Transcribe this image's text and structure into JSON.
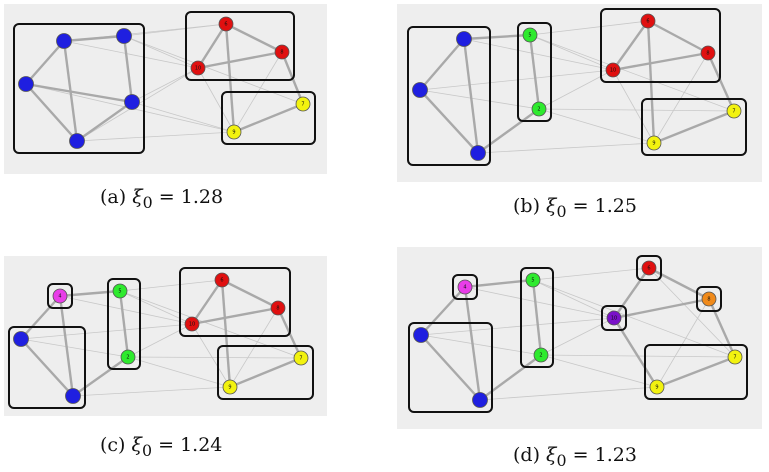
{
  "colors": {
    "blue": "#1f1fe0",
    "red": "#e01010",
    "yellow": "#f2f20f",
    "green": "#2eea2e",
    "magenta": "#e83de8",
    "purple": "#7a12c9",
    "orange": "#f08a1a",
    "panel_background": "#eeeeee",
    "box_stroke": "#111111"
  },
  "panels": [
    {
      "id": "a",
      "caption": {
        "label": "(a)",
        "xi_symbol": "ξ",
        "subscript": "0",
        "operator": "=",
        "value": "1.28"
      },
      "nodes": [
        {
          "id": "a1",
          "label": "",
          "color": "blue"
        },
        {
          "id": "a2",
          "label": "",
          "color": "blue"
        },
        {
          "id": "a3",
          "label": "",
          "color": "blue"
        },
        {
          "id": "a4",
          "label": "",
          "color": "blue"
        },
        {
          "id": "a5",
          "label": "",
          "color": "blue"
        },
        {
          "id": "a6",
          "label": "6",
          "color": "red"
        },
        {
          "id": "a8",
          "label": "8",
          "color": "red"
        },
        {
          "id": "a10",
          "label": "10",
          "color": "red"
        },
        {
          "id": "a7",
          "label": "7",
          "color": "yellow"
        },
        {
          "id": "a9",
          "label": "9",
          "color": "yellow"
        }
      ],
      "strong_edges": [
        [
          "a1",
          "a2"
        ],
        [
          "a1",
          "a3"
        ],
        [
          "a1",
          "a5"
        ],
        [
          "a2",
          "a4"
        ],
        [
          "a3",
          "a4"
        ],
        [
          "a3",
          "a5"
        ],
        [
          "a4",
          "a5"
        ],
        [
          "a6",
          "a8"
        ],
        [
          "a6",
          "a10"
        ],
        [
          "a8",
          "a10"
        ],
        [
          "a7",
          "a9"
        ],
        [
          "a8",
          "a7"
        ],
        [
          "a6",
          "a9"
        ]
      ],
      "weak_edges": [
        [
          "a2",
          "a6"
        ],
        [
          "a2",
          "a10"
        ],
        [
          "a1",
          "a10"
        ],
        [
          "a4",
          "a10"
        ],
        [
          "a5",
          "a10"
        ],
        [
          "a4",
          "a9"
        ],
        [
          "a5",
          "a9"
        ],
        [
          "a2",
          "a7"
        ],
        [
          "a3",
          "a9"
        ],
        [
          "a10",
          "a9"
        ],
        [
          "a8",
          "a9"
        ],
        [
          "a1",
          "a6"
        ]
      ],
      "clusters": [
        [
          "a1",
          "a2",
          "a3",
          "a4",
          "a5"
        ],
        [
          "a6",
          "a8",
          "a10"
        ],
        [
          "a7",
          "a9"
        ]
      ]
    },
    {
      "id": "b",
      "caption": {
        "label": "(b)",
        "xi_symbol": "ξ",
        "subscript": "0",
        "operator": "=",
        "value": "1.25"
      },
      "nodes": [
        {
          "id": "b1",
          "label": "",
          "color": "blue"
        },
        {
          "id": "b3",
          "label": "",
          "color": "blue"
        },
        {
          "id": "b4",
          "label": "",
          "color": "blue"
        },
        {
          "id": "b5",
          "label": "5",
          "color": "green"
        },
        {
          "id": "b2",
          "label": "2",
          "color": "green"
        },
        {
          "id": "b6",
          "label": "6",
          "color": "red"
        },
        {
          "id": "b8",
          "label": "8",
          "color": "red"
        },
        {
          "id": "b10",
          "label": "10",
          "color": "red"
        },
        {
          "id": "b7",
          "label": "7",
          "color": "yellow"
        },
        {
          "id": "b9",
          "label": "9",
          "color": "yellow"
        }
      ],
      "strong_edges": [
        [
          "b1",
          "b3"
        ],
        [
          "b1",
          "b4"
        ],
        [
          "b3",
          "b4"
        ],
        [
          "b5",
          "b2"
        ],
        [
          "b6",
          "b8"
        ],
        [
          "b6",
          "b10"
        ],
        [
          "b8",
          "b10"
        ],
        [
          "b7",
          "b9"
        ],
        [
          "b8",
          "b7"
        ],
        [
          "b6",
          "b9"
        ],
        [
          "b1",
          "b5"
        ],
        [
          "b4",
          "b2"
        ]
      ],
      "weak_edges": [
        [
          "b5",
          "b6"
        ],
        [
          "b5",
          "b10"
        ],
        [
          "b2",
          "b10"
        ],
        [
          "b2",
          "b9"
        ],
        [
          "b3",
          "b2"
        ],
        [
          "b1",
          "b10"
        ],
        [
          "b4",
          "b9"
        ],
        [
          "b10",
          "b9"
        ],
        [
          "b8",
          "b9"
        ],
        [
          "b5",
          "b7"
        ],
        [
          "b2",
          "b7"
        ],
        [
          "b3",
          "b10"
        ]
      ],
      "clusters": [
        [
          "b1",
          "b3",
          "b4"
        ],
        [
          "b5",
          "b2"
        ],
        [
          "b6",
          "b8",
          "b10"
        ],
        [
          "b7",
          "b9"
        ]
      ]
    },
    {
      "id": "c",
      "caption": {
        "label": "(c)",
        "xi_symbol": "ξ",
        "subscript": "0",
        "operator": "=",
        "value": "1.24"
      },
      "nodes": [
        {
          "id": "c4",
          "label": "4",
          "color": "magenta"
        },
        {
          "id": "c1",
          "label": "",
          "color": "blue"
        },
        {
          "id": "c3",
          "label": "",
          "color": "blue"
        },
        {
          "id": "c5",
          "label": "5",
          "color": "green"
        },
        {
          "id": "c2",
          "label": "2",
          "color": "green"
        },
        {
          "id": "c6",
          "label": "6",
          "color": "red"
        },
        {
          "id": "c8",
          "label": "8",
          "color": "red"
        },
        {
          "id": "c10",
          "label": "10",
          "color": "red"
        },
        {
          "id": "c7",
          "label": "7",
          "color": "yellow"
        },
        {
          "id": "c9",
          "label": "9",
          "color": "yellow"
        }
      ],
      "strong_edges": [
        [
          "c1",
          "c3"
        ],
        [
          "c4",
          "c1"
        ],
        [
          "c4",
          "c3"
        ],
        [
          "c5",
          "c2"
        ],
        [
          "c4",
          "c5"
        ],
        [
          "c6",
          "c8"
        ],
        [
          "c6",
          "c10"
        ],
        [
          "c8",
          "c10"
        ],
        [
          "c7",
          "c9"
        ],
        [
          "c8",
          "c7"
        ],
        [
          "c6",
          "c9"
        ],
        [
          "c3",
          "c2"
        ]
      ],
      "weak_edges": [
        [
          "c5",
          "c6"
        ],
        [
          "c5",
          "c10"
        ],
        [
          "c2",
          "c10"
        ],
        [
          "c2",
          "c9"
        ],
        [
          "c1",
          "c2"
        ],
        [
          "c4",
          "c10"
        ],
        [
          "c3",
          "c9"
        ],
        [
          "c10",
          "c9"
        ],
        [
          "c8",
          "c9"
        ],
        [
          "c5",
          "c7"
        ],
        [
          "c2",
          "c7"
        ],
        [
          "c1",
          "c10"
        ]
      ],
      "clusters": [
        [
          "c4"
        ],
        [
          "c1",
          "c3"
        ],
        [
          "c5",
          "c2"
        ],
        [
          "c6",
          "c8",
          "c10"
        ],
        [
          "c7",
          "c9"
        ]
      ]
    },
    {
      "id": "d",
      "caption": {
        "label": "(d)",
        "xi_symbol": "ξ",
        "subscript": "0",
        "operator": "=",
        "value": "1.23"
      },
      "nodes": [
        {
          "id": "d4",
          "label": "4",
          "color": "magenta"
        },
        {
          "id": "d1",
          "label": "",
          "color": "blue"
        },
        {
          "id": "d3",
          "label": "",
          "color": "blue"
        },
        {
          "id": "d5",
          "label": "5",
          "color": "green"
        },
        {
          "id": "d2",
          "label": "2",
          "color": "green"
        },
        {
          "id": "d6",
          "label": "6",
          "color": "red"
        },
        {
          "id": "d10",
          "label": "10",
          "color": "purple"
        },
        {
          "id": "d8",
          "label": "8",
          "color": "orange"
        },
        {
          "id": "d7",
          "label": "7",
          "color": "yellow"
        },
        {
          "id": "d9",
          "label": "9",
          "color": "yellow"
        }
      ],
      "strong_edges": [
        [
          "d1",
          "d3"
        ],
        [
          "d4",
          "d1"
        ],
        [
          "d4",
          "d3"
        ],
        [
          "d5",
          "d2"
        ],
        [
          "d4",
          "d5"
        ],
        [
          "d6",
          "d8"
        ],
        [
          "d6",
          "d10"
        ],
        [
          "d8",
          "d10"
        ],
        [
          "d7",
          "d9"
        ],
        [
          "d8",
          "d7"
        ],
        [
          "d10",
          "d9"
        ],
        [
          "d3",
          "d2"
        ]
      ],
      "weak_edges": [
        [
          "d5",
          "d6"
        ],
        [
          "d5",
          "d10"
        ],
        [
          "d2",
          "d10"
        ],
        [
          "d2",
          "d9"
        ],
        [
          "d1",
          "d2"
        ],
        [
          "d4",
          "d10"
        ],
        [
          "d3",
          "d9"
        ],
        [
          "d8",
          "d9"
        ],
        [
          "d5",
          "d7"
        ],
        [
          "d2",
          "d7"
        ],
        [
          "d1",
          "d10"
        ],
        [
          "d6",
          "d7"
        ]
      ],
      "clusters": [
        [
          "d4"
        ],
        [
          "d1",
          "d3"
        ],
        [
          "d5",
          "d2"
        ],
        [
          "d6"
        ],
        [
          "d10"
        ],
        [
          "d8"
        ],
        [
          "d7",
          "d9"
        ]
      ]
    }
  ]
}
